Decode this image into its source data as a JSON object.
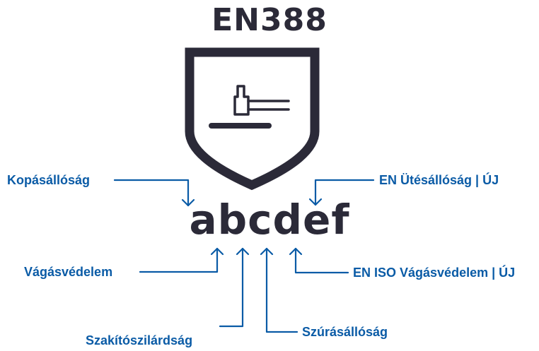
{
  "title": "EN388",
  "code": "abcdef",
  "colors": {
    "label": "#0a5ba6",
    "line": "#0a5ba6",
    "dark": "#2b2a38"
  },
  "icon": "shield-hammer-icon",
  "labels": {
    "a": "Kopásállóság",
    "b": "Vágásvédelem",
    "c": "Szakítószilárdság",
    "d": "Szúrásállóság",
    "e": "EN ISO Vágásvédelem | ÚJ",
    "f": "EN Ütésállóság | ÚJ"
  }
}
